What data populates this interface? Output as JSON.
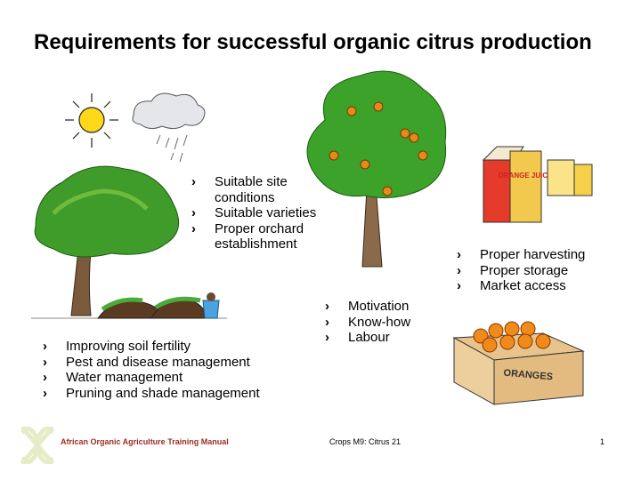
{
  "title": "Requirements for successful organic citrus production",
  "bullet_glyph": "›",
  "groups": {
    "site": [
      "Suitable site conditions",
      "Suitable varieties",
      "Proper orchard establishment"
    ],
    "market": [
      "Proper harvesting",
      "Proper storage",
      "Market access"
    ],
    "people": [
      "Motivation",
      "Know-how",
      "Labour"
    ],
    "management": [
      "Improving soil fertility",
      "Pest and disease management",
      "Water management",
      "Pruning and shade management"
    ]
  },
  "illustrations": {
    "carton_label": "ORANGE JUICE",
    "box_label": "ORANGES"
  },
  "footer": {
    "brand": "African Organic Agriculture Training Manual",
    "module": "Crops M9: Citrus 21",
    "page": "1"
  },
  "colors": {
    "brand": "#9b2d1f",
    "logo": "#e6ebc8"
  }
}
